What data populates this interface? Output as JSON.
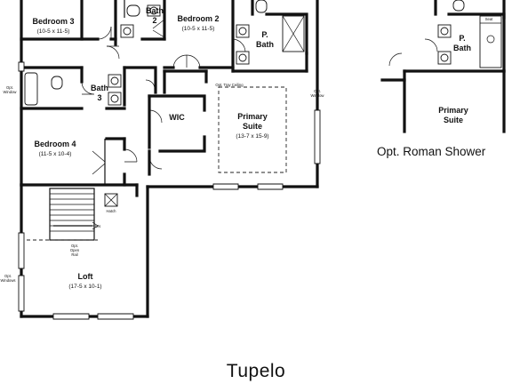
{
  "title": "Tupelo",
  "main_plan": {
    "bedroom3": {
      "name": "Bedroom 3",
      "dims": "(10-5 x 11-5)"
    },
    "bath2": {
      "line1": "Bath",
      "line2": "2"
    },
    "bedroom2": {
      "name": "Bedroom 2",
      "dims": "(10-5 x 11-5)"
    },
    "pbath": {
      "line1": "P.",
      "line2": "Bath"
    },
    "opt_window_left": {
      "line1": "Opt.",
      "line2": "Window"
    },
    "bath3": {
      "line1": "Bath",
      "line2": "3"
    },
    "opt_tray_ceiling": "Opt. Tray Ceiling",
    "opt_window_right": {
      "line1": "Opt.",
      "line2": "Window"
    },
    "wic": "WIC",
    "primary_suite": {
      "line1": "Primary",
      "line2": "Suite",
      "dims": "(13-7 x 15-9)"
    },
    "bedroom4": {
      "name": "Bedroom 4",
      "dims": "(11-5 x 10-4)"
    },
    "hatch": "Hatch",
    "dn": "DN",
    "opt_open_rail": {
      "line1": "Opt.",
      "line2": "Open",
      "line3": "Rail"
    },
    "opt_windows": {
      "line1": "Opt.",
      "line2": "Windows"
    },
    "loft": {
      "name": "Loft",
      "dims": "(17-5 x 10-1)"
    }
  },
  "option_plan": {
    "seat": "Seat",
    "pbath": {
      "line1": "P.",
      "line2": "Bath"
    },
    "primary_suite": {
      "line1": "Primary",
      "line2": "Suite"
    },
    "caption": "Opt. Roman Shower"
  }
}
